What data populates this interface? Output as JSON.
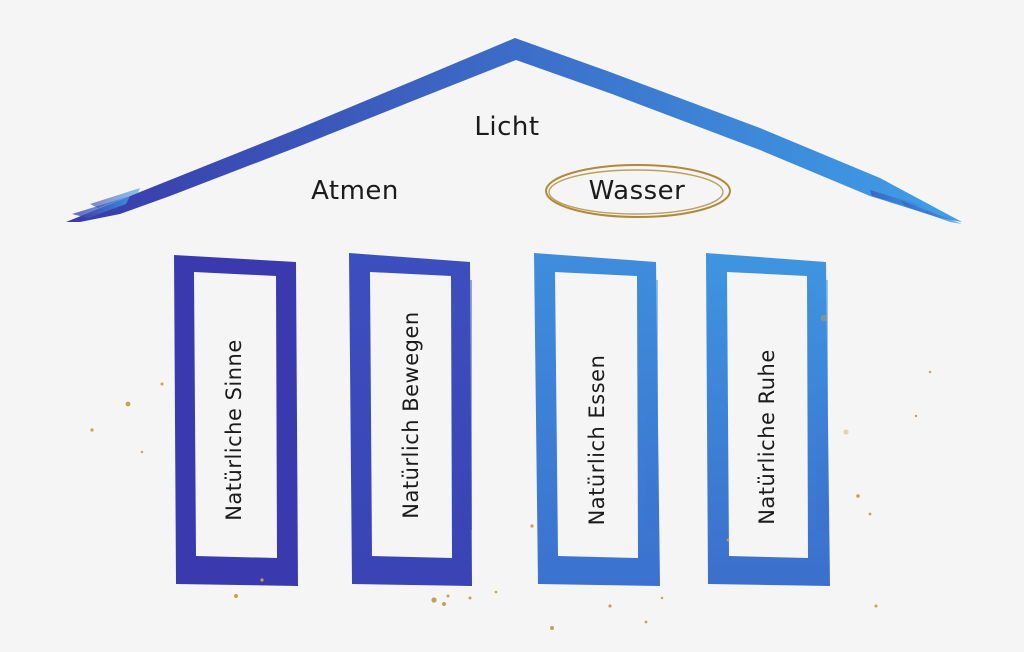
{
  "roof": {
    "top_label": "Licht",
    "left_label": "Atmen",
    "right_label": "Wasser",
    "gradient_start": "#3a3aa8",
    "gradient_end": "#3ea0e8"
  },
  "pillars": [
    {
      "label": "Natürliche Sinne",
      "color_top": "#3a3aae",
      "color_bottom": "#3a3aae"
    },
    {
      "label": "Natürlich Bewegen",
      "color_top": "#3c4fbe",
      "color_bottom": "#3a44b4"
    },
    {
      "label": "Natürlich Essen",
      "color_top": "#3f8ddc",
      "color_bottom": "#3b72cf"
    },
    {
      "label": "Natürliche Ruhe",
      "color_top": "#3f95e0",
      "color_bottom": "#3b6fcc"
    }
  ],
  "accent": {
    "circle_color": "#b08a3a",
    "splatter_color": "#c9a04d"
  }
}
